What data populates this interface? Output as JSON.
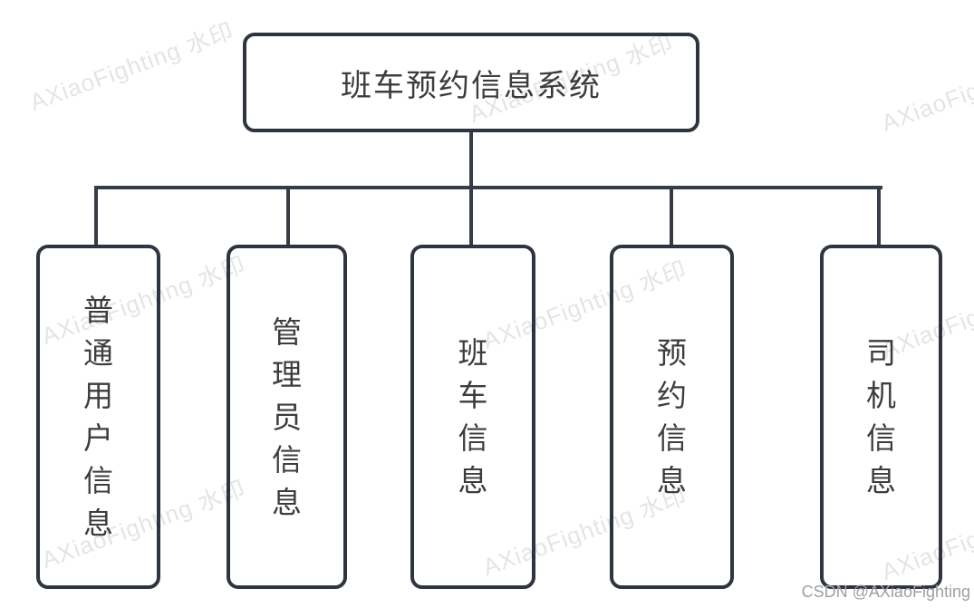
{
  "diagram": {
    "root": {
      "label": "班车预约信息系统"
    },
    "children": [
      {
        "label": "普通用户信息"
      },
      {
        "label": "管理员信息"
      },
      {
        "label": "班车信息"
      },
      {
        "label": "预约信息"
      },
      {
        "label": "司机信息"
      }
    ]
  },
  "watermark": {
    "text": "AXiaoFighting 水印"
  },
  "attribution": {
    "text": "CSDN @AXiaoFighting"
  },
  "colors": {
    "box_border": "#2f3540",
    "connector_line": "#373d47",
    "node_text": "#3d3d3d",
    "watermark_text": "#e4e4e4",
    "attribution_text": "#a0a0a0",
    "background": "#ffffff"
  }
}
